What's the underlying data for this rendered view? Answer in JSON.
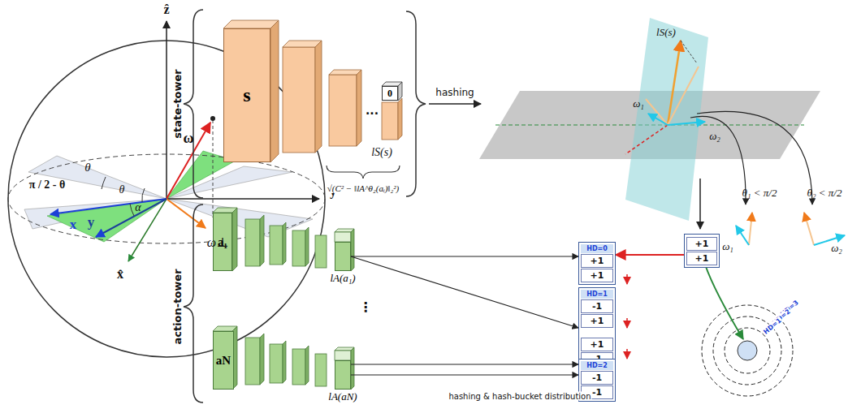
{
  "diagram": {
    "nodes": [
      {
        "text": [
          "s"
        ]
      },
      {
        "text": [
          "0"
        ]
      },
      {
        "text": [
          "a₁"
        ]
      },
      {
        "text": [
          "aN"
        ]
      },
      {
        "text": [
          "lA(a₁)"
        ]
      },
      {
        "text": [
          "lA(aN)"
        ]
      },
      {
        "text": [
          "HD=0",
          "+1",
          "+1"
        ]
      },
      {
        "text": [
          "HD=1",
          "-1",
          "+1",
          "+1",
          "-1"
        ]
      },
      {
        "text": [
          "HD=2",
          "-1",
          "-1"
        ]
      },
      {
        "text": [
          "+1",
          "+1"
        ]
      }
    ],
    "edges": [
      {
        "from": 4,
        "to": 6,
        "arrow": "to"
      },
      {
        "from": 4,
        "to": 7,
        "arrow": "to"
      },
      {
        "from": 5,
        "to": 7,
        "arrow": "to"
      },
      {
        "from": 5,
        "to": 8,
        "arrow": "to"
      },
      {
        "from": 9,
        "to": 6,
        "arrow": "to"
      }
    ],
    "labels": [
      "ẑ",
      "ŷ",
      "x̂",
      "θ",
      "π / 2 - θ",
      "x",
      "y",
      "θ",
      "α",
      "ω",
      "ω⊥",
      "state-tower",
      "action-tower",
      "hashing",
      "lS(s)",
      "√(C² − ‖lA^θ₂(aᵢ)‖₂²)",
      "hashing & hash-bucket distribution",
      "lS(s)",
      "ω₁",
      "ω₂",
      "θ₁ < π/2",
      "θ₂ < π/2",
      "ω₁",
      "ω₂",
      "HD=3",
      "HD=2",
      "HD=1",
      "...",
      "⋮"
    ]
  }
}
